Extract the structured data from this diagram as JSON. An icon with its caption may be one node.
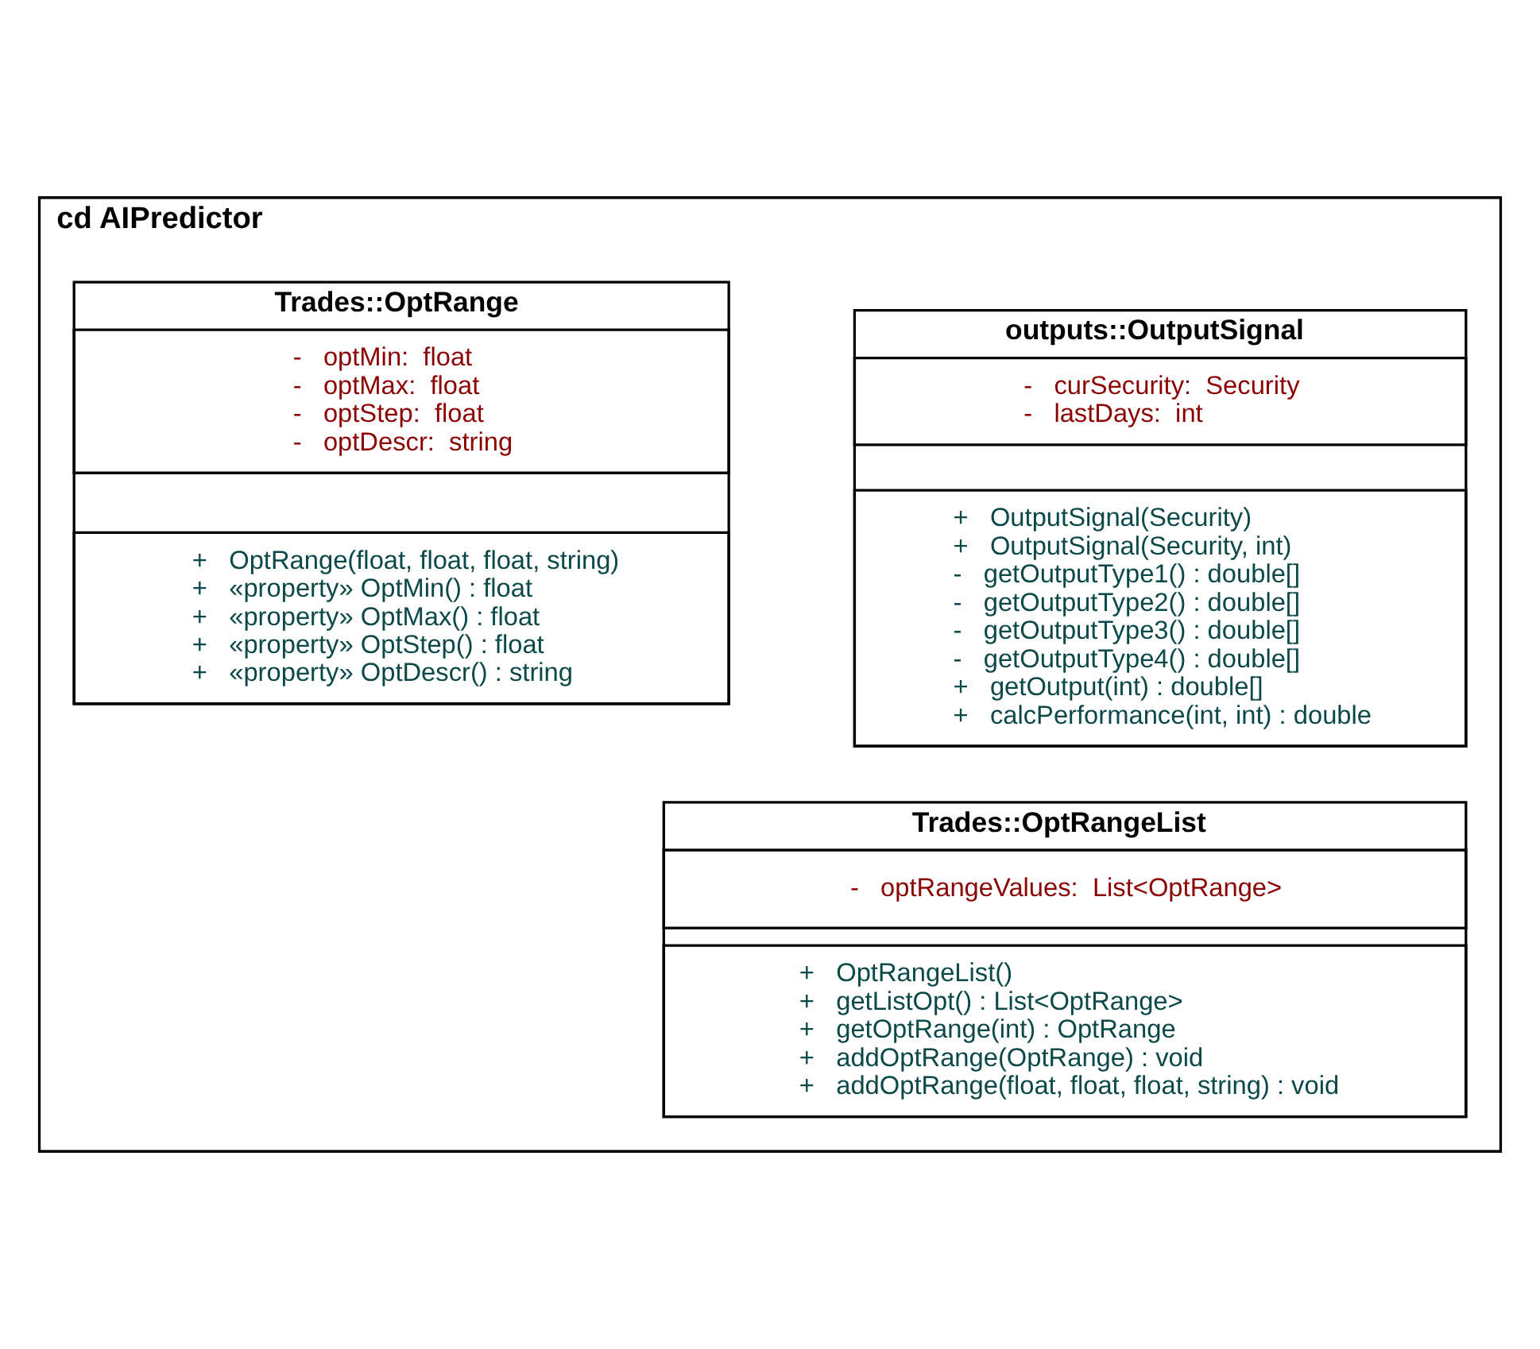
{
  "diagram": {
    "nodes": [
      {
        "text": [
          "cd AIPredictor"
        ]
      },
      {
        "text": [
          "outputs::OutputSignal"
        ],
        "in": 0
      },
      {
        "text": [
          "-   curSecurity:  Security",
          "-   lastDays:  int"
        ],
        "in": 1
      },
      {
        "text": [
          "+   OutputSignal(Security)",
          "+   OutputSignal(Security, int)",
          "-   getOutputType1() : double[]",
          "-   getOutputType2() : double[]",
          "-   getOutputType3() : double[]",
          "-   getOutputType4() : double[]",
          "+   getOutput(int) : double[]",
          "+   calcPerformance(int, int) : double"
        ],
        "in": 1
      },
      {
        "text": [
          "Trades::OptRange"
        ],
        "in": 0
      },
      {
        "text": [
          "-   optMin:  float",
          "-   optMax:  float",
          "-   optStep:  float",
          "-   optDescr:  string"
        ],
        "in": 4
      },
      {
        "text": [
          "+   OptRange(float, float, float, string)",
          "+   «property» OptMin() : float",
          "+   «property» OptMax() : float",
          "+   «property» OptStep() : float",
          "+   «property» OptDescr() : string"
        ],
        "in": 4
      },
      {
        "text": [
          "Trades::OptRangeList"
        ],
        "in": 0
      },
      {
        "text": [
          "-   optRangeValues:  List<OptRange>"
        ],
        "in": 7
      },
      {
        "text": [
          "+   OptRangeList()",
          "+   getListOpt() : List<OptRange>",
          "+   getOptRange(int) : OptRange",
          "+   addOptRange(OptRange) : void",
          "+   addOptRange(float, float, float, string) : void"
        ],
        "in": 7
      }
    ]
  }
}
